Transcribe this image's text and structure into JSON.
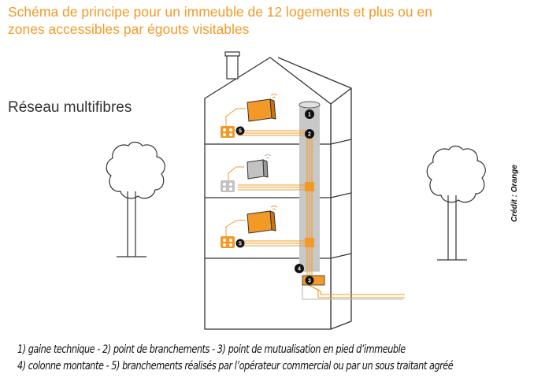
{
  "title": "Schéma de principe pour un immeuble de 12 logements et plus ou en zones accessibles par égouts visitables",
  "subtitle": "Réseau multifibres",
  "credit": "Crédit : Orange",
  "legend": {
    "line1": "1) gaine technique - 2) point de branchements - 3) point de mutualisation en pied d’immeuble",
    "line2": "4) colonne montante - 5) branchements réalisés par l’opérateur commercial ou par un sous traitant agréé"
  },
  "markers": {
    "gaine": "1",
    "branchement": "2",
    "mutualisation": "3",
    "colonne": "4",
    "operateur": "5"
  },
  "colors": {
    "fiber": "#f39a26",
    "outline": "#333333",
    "duct": "#c7c7c7",
    "title": "#f39a26"
  },
  "icons": {
    "router": "router-icon",
    "wall_outlet": "wall-outlet-icon",
    "tree": "tree-icon",
    "chimney": "chimney-icon"
  }
}
